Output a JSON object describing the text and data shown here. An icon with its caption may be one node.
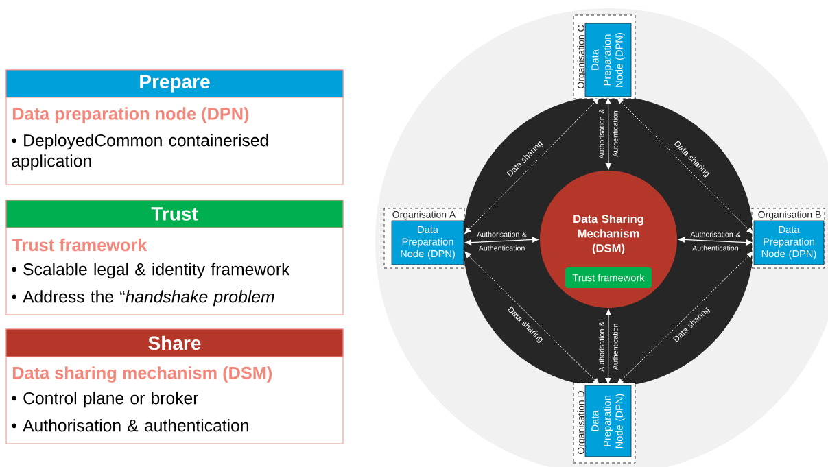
{
  "diagram": {
    "nodes": [
      {
        "text": [
          "Prepare",
          "Data preparation node (DPN)",
          "• DeployedCommon containerised application"
        ]
      },
      {
        "text": [
          "Trust",
          "Trust framework",
          "• Scalable legal & identity framework",
          "• Address the “*handshake problem*"
        ]
      },
      {
        "text": [
          "Share",
          "Data sharing mechanism (DSM)",
          "• Control plane or broker",
          "• Authorisation & authentication"
        ]
      },
      {
        "text": [
          "Organisation A"
        ]
      },
      {
        "text": [
          "Data Preparation Node (DPN)"
        ],
        "in": 3
      },
      {
        "text": [
          "Organisation B"
        ]
      },
      {
        "text": [
          "Data Preparation Node (DPN)"
        ],
        "in": 5
      },
      {
        "text": [
          "Organisation C"
        ]
      },
      {
        "text": [
          "Data Preparation Node (DPN)"
        ],
        "in": 7
      },
      {
        "text": [
          "Organisation D"
        ]
      },
      {
        "text": [
          "Data Preparation Node (DPN)"
        ],
        "in": 9
      },
      {
        "text": [
          "Data Sharing Mechanism (DSM)"
        ]
      },
      {
        "text": [
          "Trust framework"
        ],
        "in": 11
      }
    ],
    "edges": [
      {
        "from": 4,
        "to": 11,
        "arrow": "both",
        "label": "Authorisation & Authentication"
      },
      {
        "from": 11,
        "to": 6,
        "arrow": "both",
        "label": "Authorisation & Authentication"
      },
      {
        "from": 8,
        "to": 11,
        "arrow": "both",
        "label": "Authorisation & Authentication"
      },
      {
        "from": 11,
        "to": 10,
        "arrow": "both",
        "label": "Authorisation & Authentication"
      },
      {
        "from": 4,
        "to": 8,
        "arrow": "both",
        "label": "Data sharing",
        "style": "dashed"
      },
      {
        "from": 8,
        "to": 6,
        "arrow": "both",
        "label": "Data sharing",
        "style": "dashed"
      },
      {
        "from": 4,
        "to": 10,
        "arrow": "both",
        "label": "Data sharing",
        "style": "dashed"
      },
      {
        "from": 10,
        "to": 6,
        "arrow": "both",
        "label": "Data sharing",
        "style": "dashed"
      }
    ]
  }
}
